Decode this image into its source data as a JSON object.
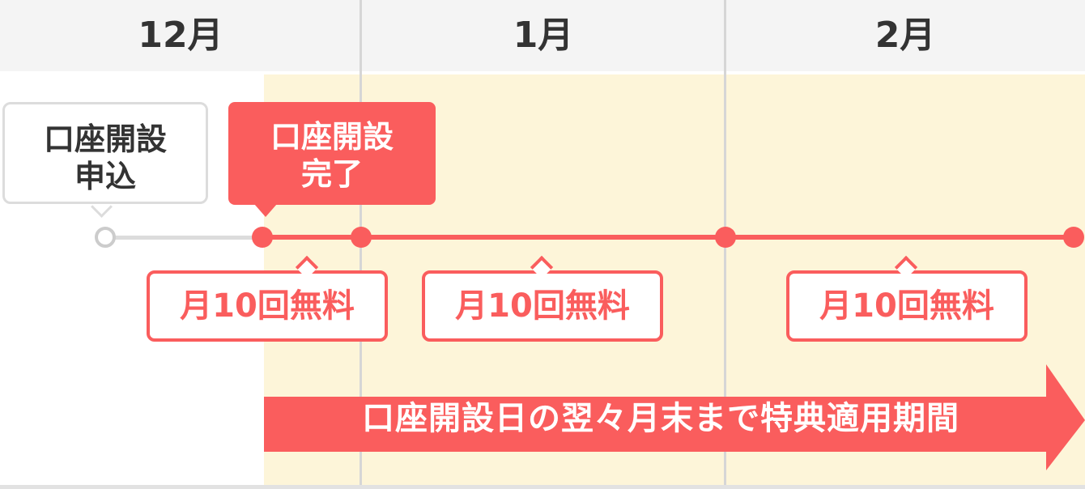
{
  "months": [
    "12月",
    "1月",
    "2月"
  ],
  "events": {
    "application": [
      "口座開設",
      "申込"
    ],
    "completion": [
      "口座開設",
      "完了"
    ]
  },
  "free_labels": [
    "月10回無料",
    "月10回無料",
    "月10回無料"
  ],
  "period_arrow_label": "口座開設日の翌々月末まで特典適用期間",
  "colors": {
    "accent": "#fa5d5d",
    "highlight_bg": "#fdf5d9",
    "header_bg": "#f4f4f4",
    "text": "#333333",
    "neutral_gray": "#dcdcdc"
  }
}
